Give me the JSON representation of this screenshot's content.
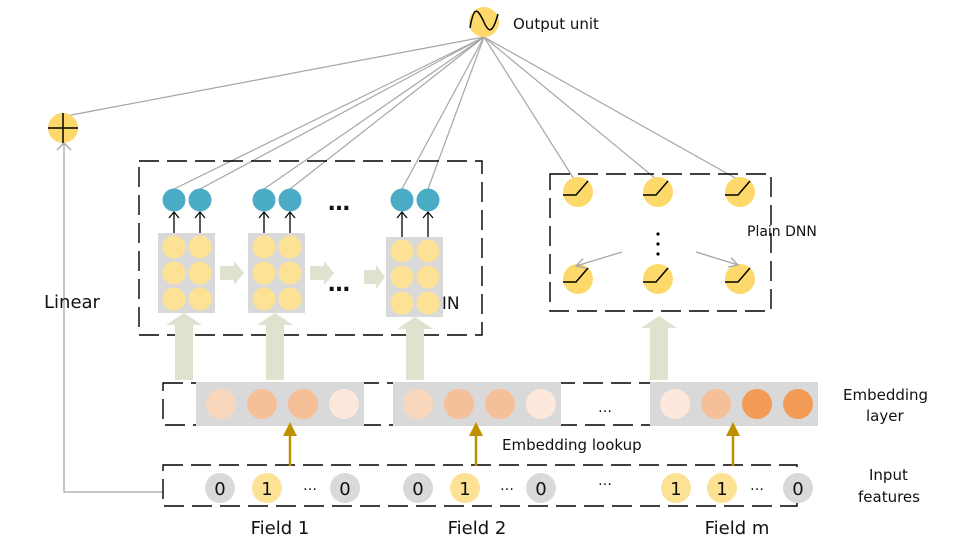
{
  "title": "xDeepFM architecture",
  "labels": {
    "output_unit": "Output unit",
    "linear": "Linear",
    "cin": "CIN",
    "plain_dnn": "Plain DNN",
    "embedding_layer_line1": "Embedding",
    "embedding_layer_line2": "layer",
    "embedding_lookup": "Embedding lookup",
    "input_features_line1": "Input",
    "input_features_line2": "features",
    "ellipsis": "…",
    "ellipsis_bold": "•••"
  },
  "fields": [
    {
      "name": "Field 1",
      "inputs": [
        "0",
        "1",
        "…",
        "0"
      ],
      "active": [
        false,
        true,
        null,
        false
      ]
    },
    {
      "name": "Field 2",
      "inputs": [
        "0",
        "1",
        "…",
        "0"
      ],
      "active": [
        false,
        true,
        null,
        false
      ]
    },
    {
      "name": "Field m",
      "inputs": [
        "1",
        "1",
        "…",
        "0"
      ],
      "active": [
        true,
        true,
        null,
        false
      ]
    }
  ],
  "embeddings": [
    [
      "#f9d7bd",
      "#f5bf98",
      "#f5bf98",
      "#fbe8db"
    ],
    [
      "#f9d7bd",
      "#f5bf98",
      "#f5bf98",
      "#fbe8db"
    ],
    [
      "#fbe8db",
      "#f5bf98",
      "#f29b56",
      "#f29b56"
    ]
  ],
  "colors": {
    "yellow_unit": "#fdd96b",
    "light_yellow": "#fde295",
    "teal": "#4bacc6",
    "gray_box": "#d9d9d9",
    "inactive_input": "#d9d9d9",
    "big_arrow": "#dde3cf",
    "lookup_arrow": "#bf9000",
    "connection_line": "#a6a6a6"
  },
  "icons": {
    "output": "sigmoid-icon",
    "sum": "plus-icon",
    "dnn_unit": "relu-icon"
  }
}
